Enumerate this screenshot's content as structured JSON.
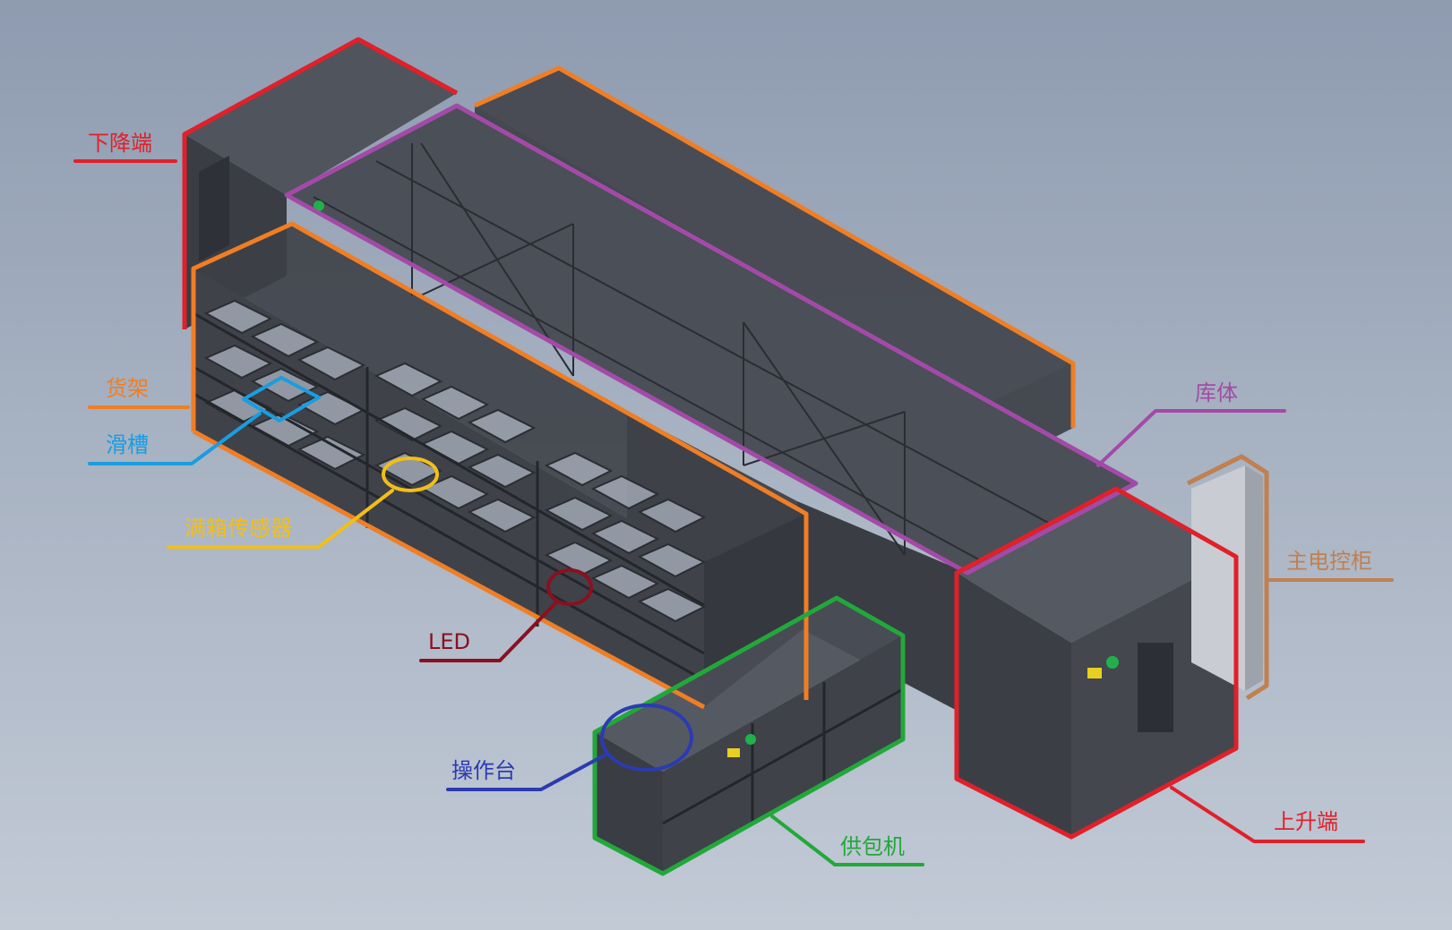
{
  "colors": {
    "background_top": "#8e9bb0",
    "background_bottom": "#c2cad6",
    "machine_dark": "#3b3e44",
    "machine_mid": "#4c5058",
    "red": "#e0202a",
    "orange": "#f07e24",
    "purple": "#a34aa8",
    "green": "#22a83a",
    "blue_light": "#1b9de0",
    "yellow": "#f2bf16",
    "dark_red": "#8a1020",
    "navy": "#2b3bb0",
    "tan": "#c08050"
  },
  "labels": {
    "descend_end": "下降端",
    "shelf": "货架",
    "chute": "滑槽",
    "full_box_sensor": "满箱传感器",
    "led": "LED",
    "operation_desk": "操作台",
    "bag_feeder": "供包机",
    "warehouse_body": "库体",
    "main_control_cabinet": "主电控柜",
    "ascend_end": "上升端"
  }
}
